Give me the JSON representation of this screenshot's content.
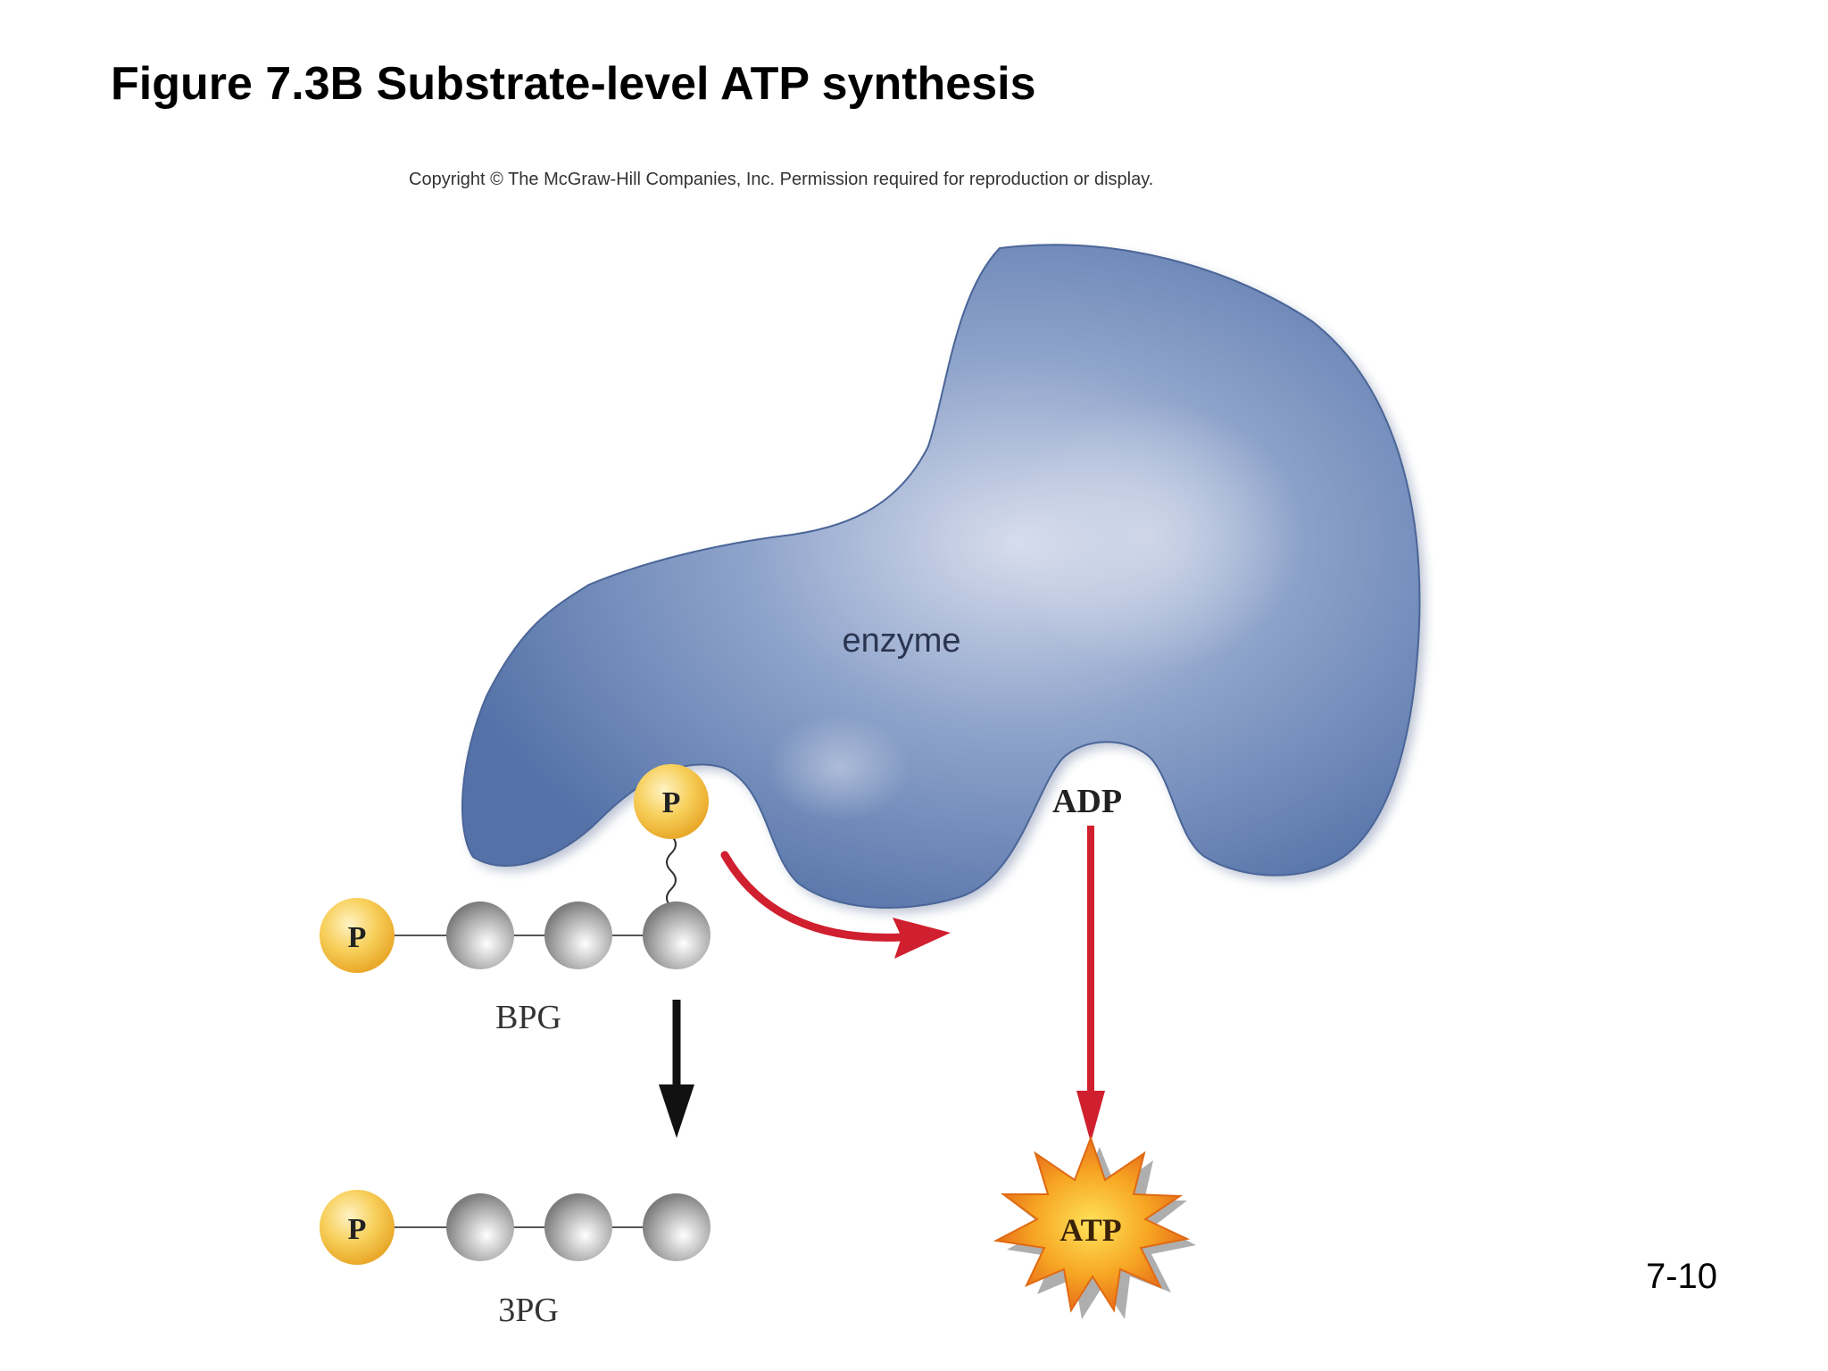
{
  "slide": {
    "title": "Figure 7.3B Substrate-level ATP synthesis",
    "copyright": "Copyright © The McGraw-Hill Companies, Inc. Permission required for reproduction or display.",
    "page_number": "7-10"
  },
  "diagram": {
    "enzyme_label": "enzyme",
    "phosphate_label": "P",
    "adp_label": "ADP",
    "atp_label": "ATP",
    "bpg_label": "BPG",
    "pg3_label": "3PG"
  },
  "colors": {
    "enzyme": "#5f7fb4",
    "phosphate": "#f5c23a",
    "carbon": "#9a9a9a",
    "red_arrow": "#d01f2e",
    "black_arrow": "#111111",
    "atp_burst": "#f39a1e"
  }
}
